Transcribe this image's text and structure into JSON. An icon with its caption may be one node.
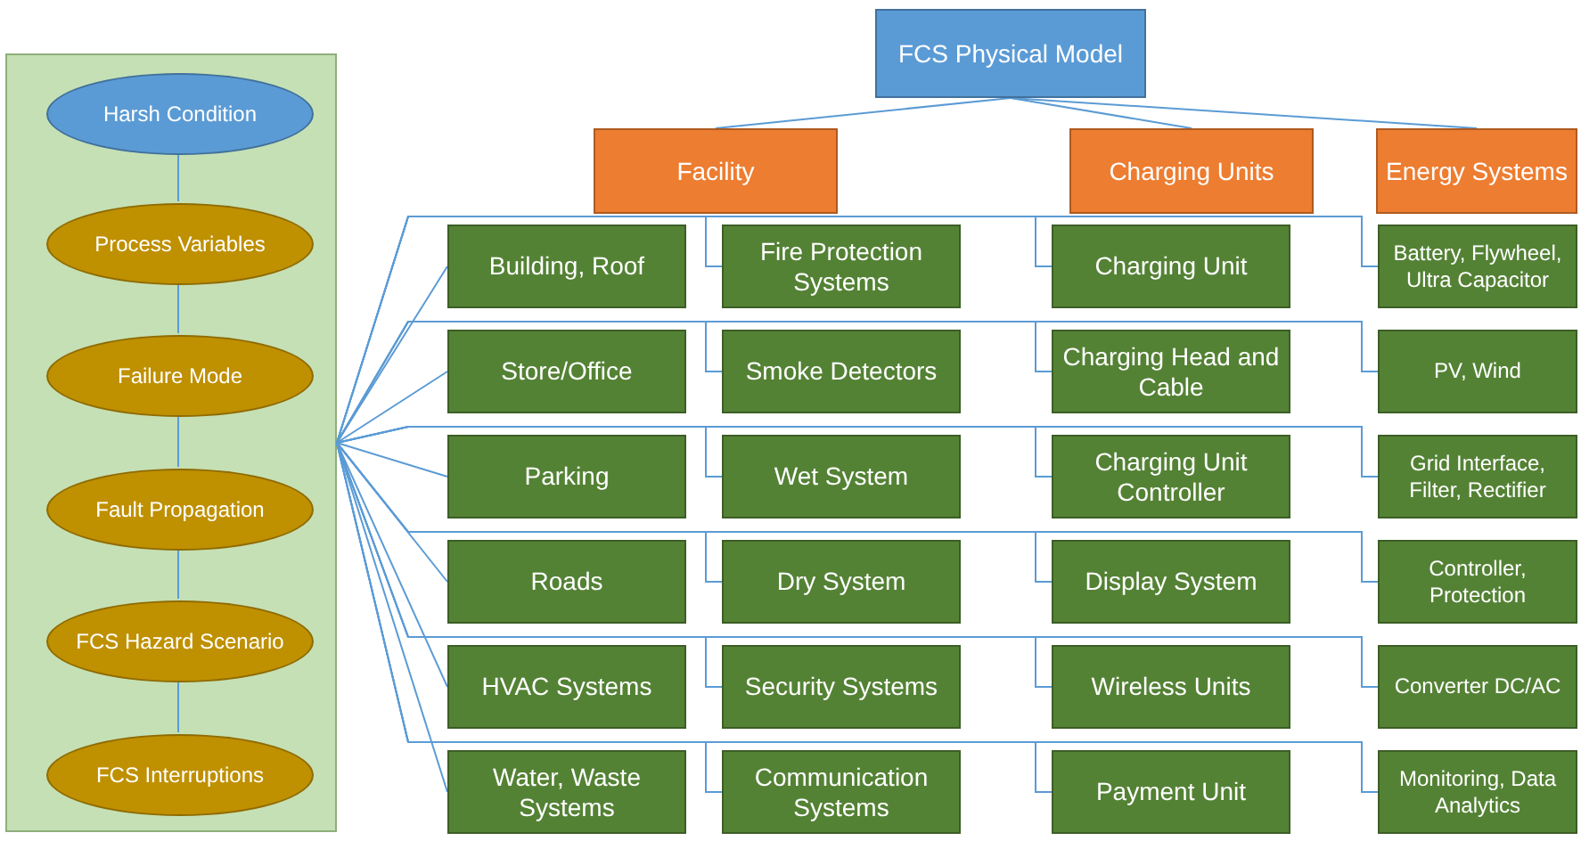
{
  "diagram": {
    "nodes": [
      {
        "text": [],
        "shape": "box"
      },
      {
        "text": [
          "Harsh Condition"
        ],
        "in": 0
      },
      {
        "text": [
          "Process Variables"
        ],
        "in": 0
      },
      {
        "text": [
          "Failure Mode"
        ],
        "in": 0
      },
      {
        "text": [
          "Fault Propagation"
        ],
        "in": 0
      },
      {
        "text": [
          "FCS Hazard Scenario"
        ],
        "in": 0
      },
      {
        "text": [
          "FCS Interruptions"
        ],
        "in": 0
      },
      {
        "text": [
          "FCS Physical Model"
        ]
      },
      {
        "text": [
          "Facility"
        ]
      },
      {
        "text": [
          "Charging Units"
        ]
      },
      {
        "text": [
          "Energy Systems"
        ]
      },
      {
        "text": [
          "Building, Roof"
        ]
      },
      {
        "text": [
          "Fire Protection Systems"
        ]
      },
      {
        "text": [
          "Charging Unit"
        ]
      },
      {
        "text": [
          "Battery, Flywheel, Ultra Capacitor"
        ]
      },
      {
        "text": [
          "Store/Office"
        ]
      },
      {
        "text": [
          "Smoke Detectors"
        ]
      },
      {
        "text": [
          "Charging Head and Cable"
        ]
      },
      {
        "text": [
          "PV, Wind"
        ]
      },
      {
        "text": [
          "Parking"
        ]
      },
      {
        "text": [
          "Wet System"
        ]
      },
      {
        "text": [
          "Charging Unit Controller"
        ]
      },
      {
        "text": [
          "Grid Interface, Filter, Rectifier"
        ]
      },
      {
        "text": [
          "Roads"
        ]
      },
      {
        "text": [
          "Dry System"
        ]
      },
      {
        "text": [
          "Display System"
        ]
      },
      {
        "text": [
          "Controller, Protection"
        ]
      },
      {
        "text": [
          "HVAC Systems"
        ]
      },
      {
        "text": [
          "Security Systems"
        ]
      },
      {
        "text": [
          "Wireless Units"
        ]
      },
      {
        "text": [
          "Converter DC/AC"
        ]
      },
      {
        "text": [
          "Water, Waste Systems"
        ]
      },
      {
        "text": [
          "Communication Systems"
        ]
      },
      {
        "text": [
          "Payment Unit"
        ]
      },
      {
        "text": [
          "Monitoring, Data Analytics"
        ]
      }
    ],
    "edges": [
      {
        "from": 1,
        "to": 2,
        "arrow": "none"
      },
      {
        "from": 2,
        "to": 3,
        "arrow": "none"
      },
      {
        "from": 3,
        "to": 4,
        "arrow": "none"
      },
      {
        "from": 4,
        "to": 5,
        "arrow": "none"
      },
      {
        "from": 5,
        "to": 6,
        "arrow": "none"
      },
      {
        "from": 7,
        "to": 8,
        "arrow": "none"
      },
      {
        "from": 7,
        "to": 9,
        "arrow": "none"
      },
      {
        "from": 7,
        "to": 10,
        "arrow": "none"
      },
      {
        "from": 0,
        "to": 11,
        "arrow": "none"
      },
      {
        "from": 0,
        "to": 12,
        "arrow": "none"
      },
      {
        "from": 0,
        "to": 13,
        "arrow": "none"
      },
      {
        "from": 0,
        "to": 14,
        "arrow": "none"
      },
      {
        "from": 0,
        "to": 15,
        "arrow": "none"
      },
      {
        "from": 0,
        "to": 16,
        "arrow": "none"
      },
      {
        "from": 0,
        "to": 17,
        "arrow": "none"
      },
      {
        "from": 0,
        "to": 18,
        "arrow": "none"
      },
      {
        "from": 0,
        "to": 19,
        "arrow": "none"
      },
      {
        "from": 0,
        "to": 20,
        "arrow": "none"
      },
      {
        "from": 0,
        "to": 21,
        "arrow": "none"
      },
      {
        "from": 0,
        "to": 22,
        "arrow": "none"
      },
      {
        "from": 0,
        "to": 23,
        "arrow": "none"
      },
      {
        "from": 0,
        "to": 24,
        "arrow": "none"
      },
      {
        "from": 0,
        "to": 25,
        "arrow": "none"
      },
      {
        "from": 0,
        "to": 26,
        "arrow": "none"
      },
      {
        "from": 0,
        "to": 27,
        "arrow": "none"
      },
      {
        "from": 0,
        "to": 28,
        "arrow": "none"
      },
      {
        "from": 0,
        "to": 29,
        "arrow": "none"
      },
      {
        "from": 0,
        "to": 30,
        "arrow": "none"
      },
      {
        "from": 0,
        "to": 31,
        "arrow": "none"
      },
      {
        "from": 0,
        "to": 32,
        "arrow": "none"
      },
      {
        "from": 0,
        "to": 33,
        "arrow": "none"
      },
      {
        "from": 0,
        "to": 34,
        "arrow": "none"
      }
    ]
  }
}
